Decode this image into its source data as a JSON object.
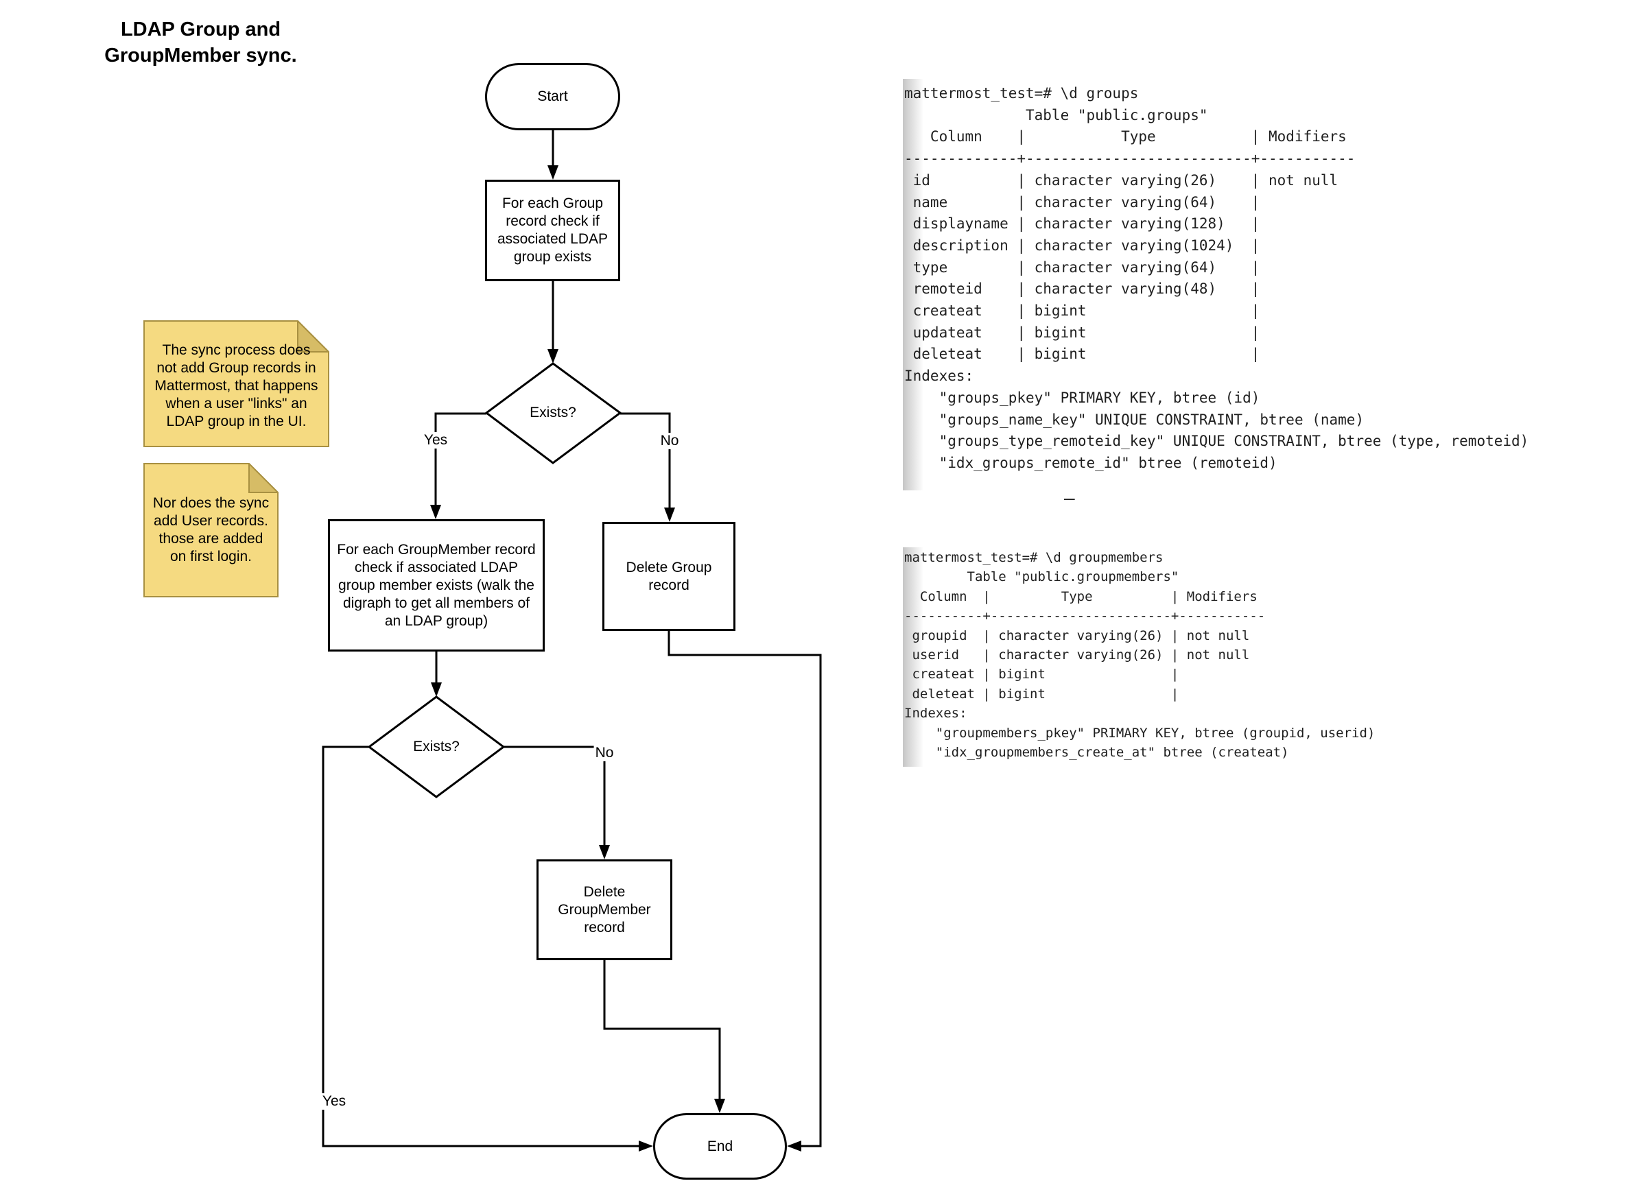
{
  "title": {
    "text": "LDAP Group and\nGroupMember sync."
  },
  "flowchart": {
    "nodes": {
      "start": {
        "label": "Start"
      },
      "check_group": {
        "label": "For each Group\nrecord check if\nassociated LDAP\ngroup exists"
      },
      "exists1": {
        "label": "Exists?"
      },
      "check_groupmember": {
        "label": "For each GroupMember record\ncheck if associated LDAP\ngroup member exists (walk the\ndigraph to get all members of\nan LDAP group)"
      },
      "delete_group": {
        "label": "Delete Group\nrecord"
      },
      "exists2": {
        "label": "Exists?"
      },
      "delete_groupmember": {
        "label": "Delete\nGroupMember\nrecord"
      },
      "end": {
        "label": "End"
      }
    },
    "edge_labels": {
      "yes1": "Yes",
      "no1": "No",
      "yes2": "Yes",
      "no2": "No"
    }
  },
  "notes": [
    {
      "text": "The sync process does\nnot add Group records in\nMattermost, that happens\nwhen a user \"links\" an\nLDAP group in the UI."
    },
    {
      "text": "Nor does the sync\nadd User records.\nthose are added\non first login."
    }
  ],
  "terminals": {
    "groups": {
      "text": "mattermost_test=# \\d groups\n              Table \"public.groups\"\n   Column    |           Type           | Modifiers\n-------------+--------------------------+-----------\n id          | character varying(26)    | not null\n name        | character varying(64)    | \n displayname | character varying(128)   | \n description | character varying(1024)  | \n type        | character varying(64)    | \n remoteid    | character varying(48)    | \n createat    | bigint                   | \n updateat    | bigint                   | \n deleteat    | bigint                   | \nIndexes:\n    \"groups_pkey\" PRIMARY KEY, btree (id)\n    \"groups_name_key\" UNIQUE CONSTRAINT, btree (name)\n    \"groups_type_remoteid_key\" UNIQUE CONSTRAINT, btree (type, remoteid)\n    \"idx_groups_remote_id\" btree (remoteid)"
    },
    "groupmembers": {
      "text": "mattermost_test=# \\d groupmembers\n        Table \"public.groupmembers\"\n  Column  |         Type          | Modifiers\n----------+-----------------------+-----------\n groupid  | character varying(26) | not null\n userid   | character varying(26) | not null\n createat | bigint                | \n deleteat | bigint                | \nIndexes:\n    \"groupmembers_pkey\" PRIMARY KEY, btree (groupid, userid)\n    \"idx_groupmembers_create_at\" btree (createat)"
    },
    "dash": "–"
  },
  "colors": {
    "stroke": "#000000",
    "note_fill": "#F5DA81",
    "note_fold": "#D6BC66",
    "note_border": "#A89041",
    "code_text": "#1F1F1F"
  }
}
